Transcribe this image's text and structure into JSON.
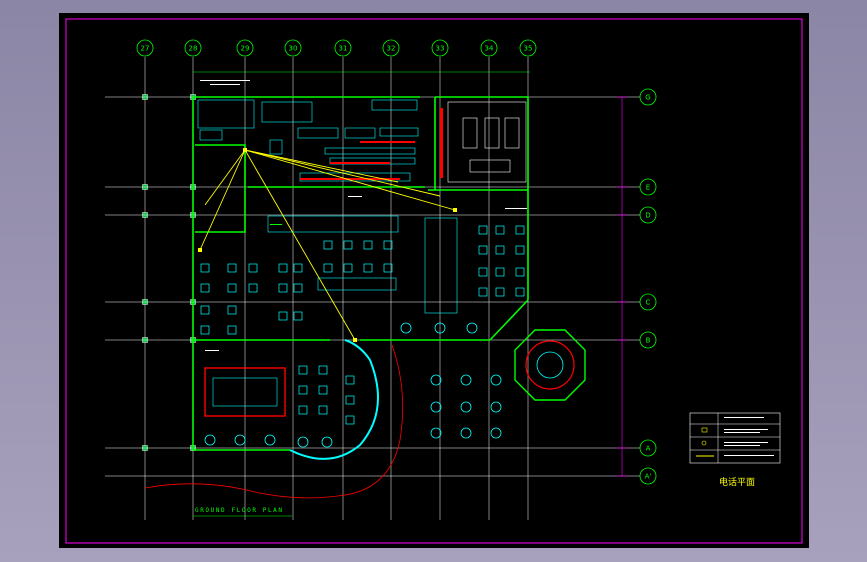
{
  "plan": {
    "title": "GROUND FLOOR PLAN",
    "sheet_title": "电话平面"
  },
  "grid": {
    "columns": [
      "27",
      "28",
      "29",
      "30",
      "31",
      "32",
      "33",
      "34",
      "35"
    ],
    "rows": [
      "G",
      "E",
      "D",
      "C",
      "B",
      "A",
      "A'"
    ]
  },
  "legend": {
    "rows": [
      {
        "symbol": "table-header",
        "text": ""
      },
      {
        "symbol": "phone-outlet",
        "text": ""
      },
      {
        "symbol": "data-outlet",
        "text": ""
      },
      {
        "symbol": "phone-line",
        "text": ""
      }
    ]
  },
  "colors": {
    "background": "#000000",
    "frame": "#ff00ff",
    "grid": "#ffffff",
    "walls": "#00ff00",
    "furniture": "#00ffff",
    "phone_lines": "#ffff00",
    "exterior": "#ff0000"
  }
}
